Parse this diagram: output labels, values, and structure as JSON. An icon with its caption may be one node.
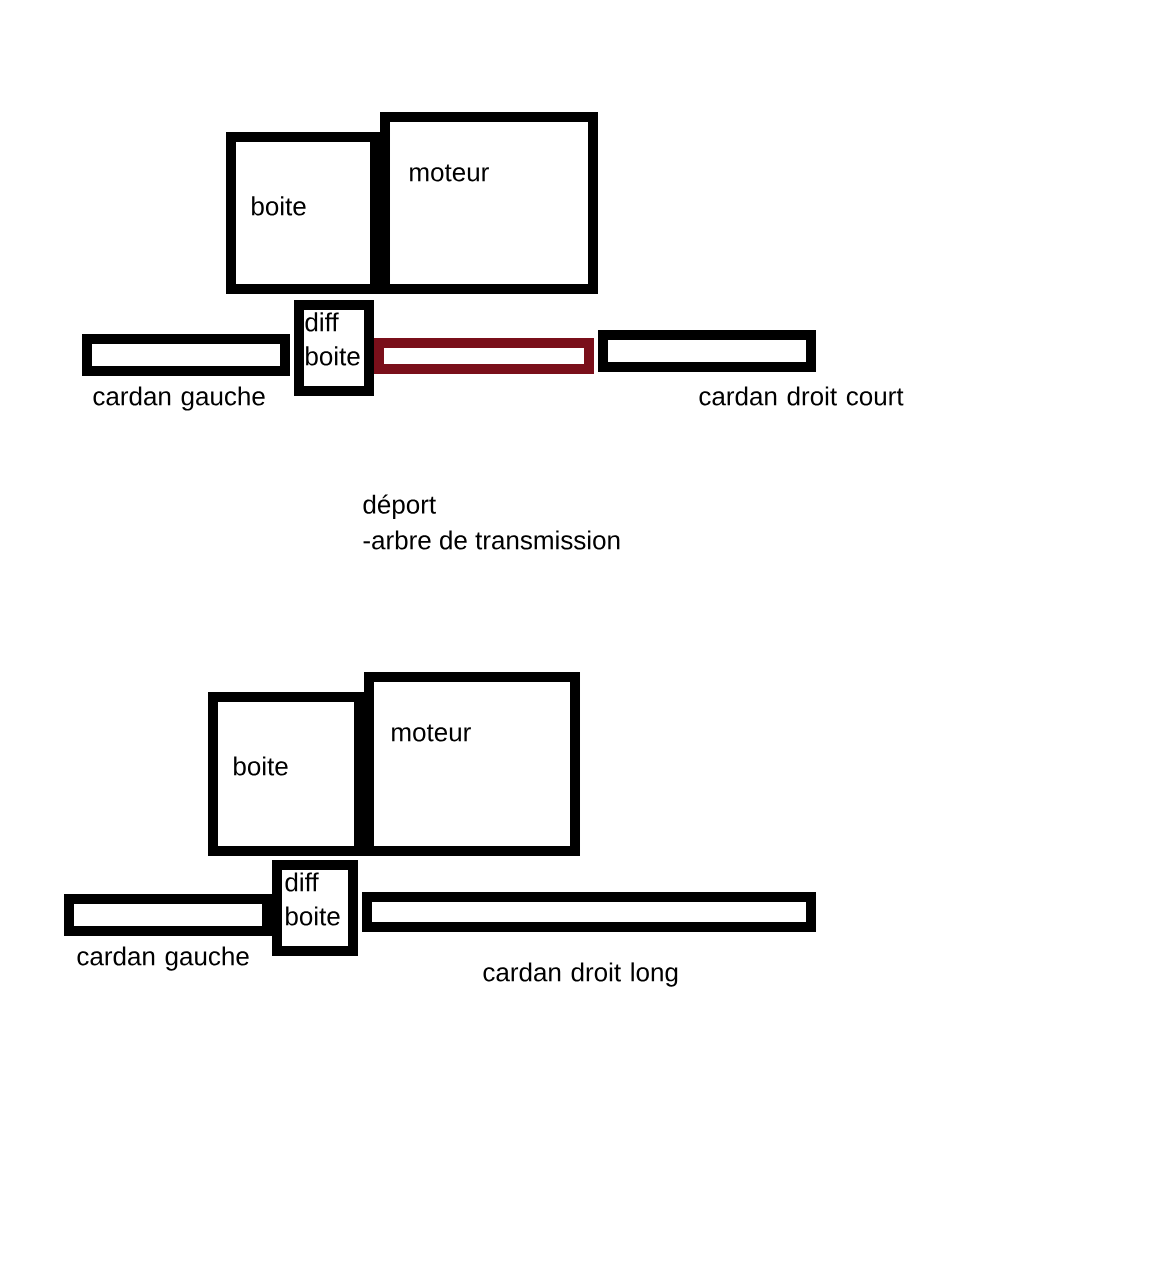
{
  "diagram": {
    "nodes": [
      {
        "text": [
          "boite"
        ]
      },
      {
        "text": [
          "moteur"
        ]
      },
      {
        "text": [
          "diff boite"
        ]
      },
      {
        "text": [
          "cardan gauche"
        ]
      },
      {
        "text": [],
        "shape": "bar"
      },
      {
        "text": [
          "cardan droit court"
        ]
      },
      {
        "text": [
          "boite"
        ]
      },
      {
        "text": [
          "moteur"
        ]
      },
      {
        "text": [
          "diff boite"
        ]
      },
      {
        "text": [
          "cardan gauche"
        ]
      },
      {
        "text": [
          "cardan droit long"
        ]
      }
    ],
    "edges": [],
    "labels": [
      "déport",
      "-arbre de transmission"
    ]
  }
}
